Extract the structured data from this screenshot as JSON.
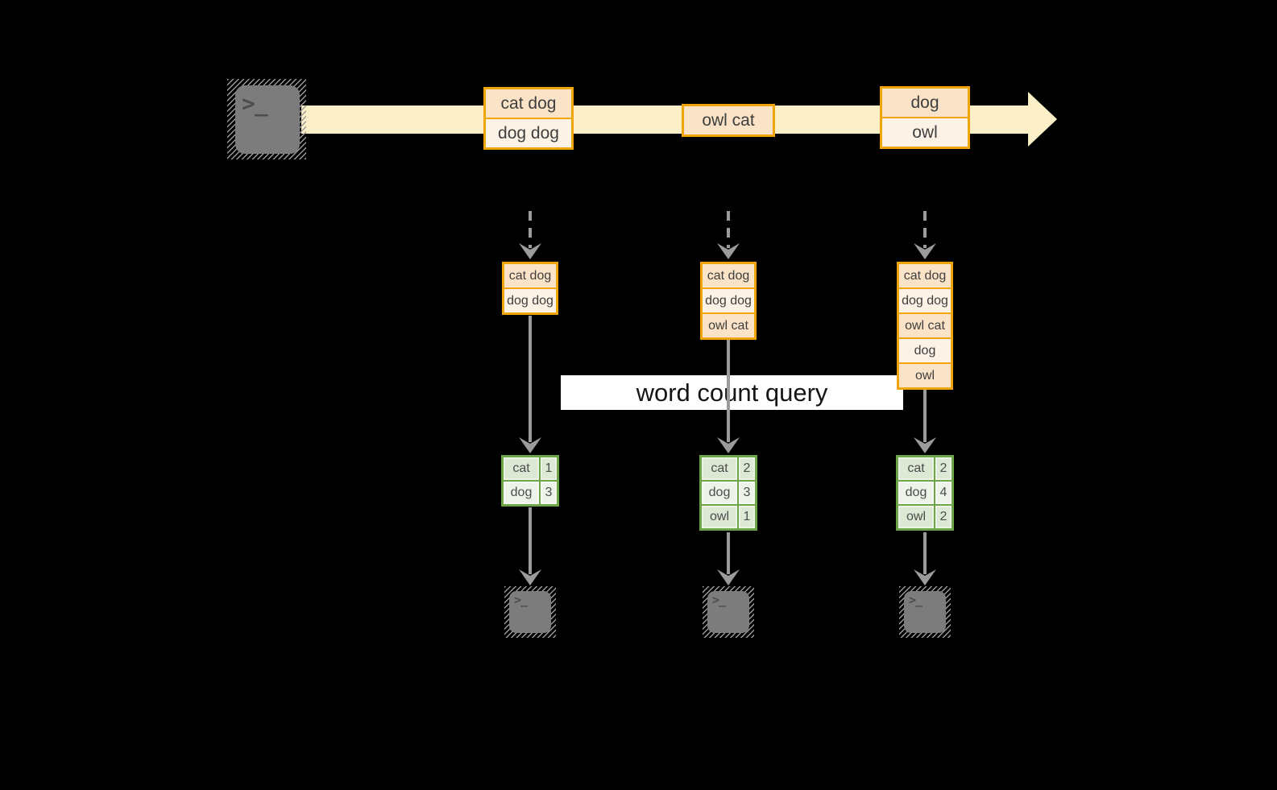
{
  "colors": {
    "background": "#000000",
    "stream_band": "#FBEFC7",
    "orange_border": "#F0A60A",
    "peach_dark": "#FAE3C6",
    "peach_light": "#FCF2E5",
    "green_border": "#6EA647",
    "green_row_dark": "#DDE9D4",
    "green_row_light": "#EEF3EA",
    "arrow_gray": "#9B9B9B",
    "terminal_gray": "#7C7C7C"
  },
  "source_terminal": {
    "icon": "terminal-icon",
    "prompt": ">_"
  },
  "stream": {
    "messages": [
      {
        "lines": [
          "cat dog",
          "dog dog"
        ]
      },
      {
        "lines": [
          "owl cat"
        ]
      },
      {
        "lines": [
          "dog",
          "owl"
        ]
      }
    ]
  },
  "query_label": "word count query",
  "columns": [
    {
      "state_buffer": [
        "cat dog",
        "dog dog"
      ],
      "counts": [
        {
          "word": "cat",
          "count": 1
        },
        {
          "word": "dog",
          "count": 3
        }
      ],
      "sink_terminal": {
        "icon": "terminal-icon",
        "prompt": ">_"
      }
    },
    {
      "state_buffer": [
        "cat dog",
        "dog dog",
        "owl cat"
      ],
      "counts": [
        {
          "word": "cat",
          "count": 2
        },
        {
          "word": "dog",
          "count": 3
        },
        {
          "word": "owl",
          "count": 1
        }
      ],
      "sink_terminal": {
        "icon": "terminal-icon",
        "prompt": ">_"
      }
    },
    {
      "state_buffer": [
        "cat dog",
        "dog dog",
        "owl cat",
        "dog",
        "owl"
      ],
      "counts": [
        {
          "word": "cat",
          "count": 2
        },
        {
          "word": "dog",
          "count": 4
        },
        {
          "word": "owl",
          "count": 2
        }
      ],
      "sink_terminal": {
        "icon": "terminal-icon",
        "prompt": ">_"
      }
    }
  ]
}
